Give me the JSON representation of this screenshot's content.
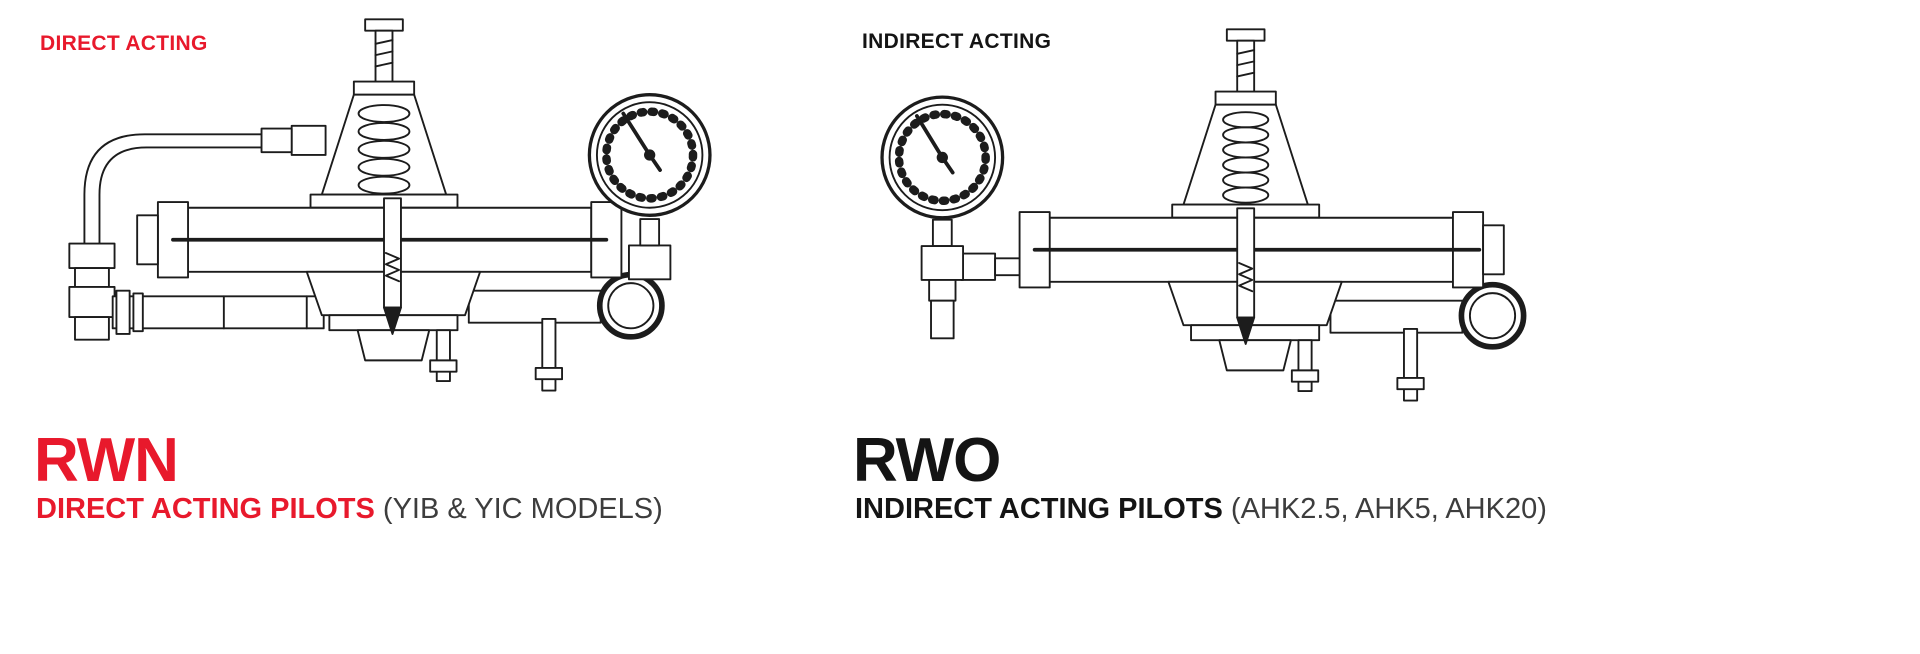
{
  "colors": {
    "accent-red": "#e8192c",
    "ink": "#141414",
    "muted": "#3d3d3d"
  },
  "panels": {
    "left": {
      "tag": "DIRECT ACTING",
      "model": "RWN",
      "title_bold": "DIRECT ACTING PILOTS",
      "title_rest": " (YIB & YIC MODELS)",
      "drawing": "direct-acting-pilot-valve-line-drawing-gauge-right-with-sensing-pipe-loop"
    },
    "right": {
      "tag": "INDIRECT ACTING",
      "model": "RWO",
      "title_bold": "INDIRECT ACTING PILOTS",
      "title_rest": " (AHK2.5, AHK5, AHK20)",
      "drawing": "indirect-acting-pilot-valve-line-drawing-gauge-left"
    }
  }
}
